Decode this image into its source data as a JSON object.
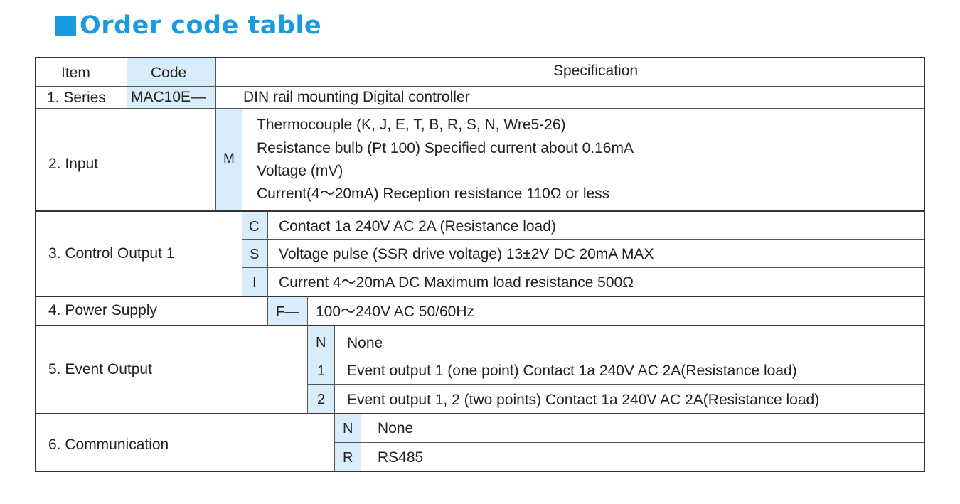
{
  "title": "Order code table",
  "header": {
    "item": "Item",
    "code": "Code",
    "spec": "Specification"
  },
  "series": {
    "item": "1. Series",
    "code": "MAC10E—",
    "spec": "DIN rail mounting Digital controller"
  },
  "input": {
    "item": "2. Input",
    "code": "M",
    "lines": [
      "Thermocouple (K, J, E, T, B, R, S, N, Wre5-26)",
      "Resistance bulb (Pt 100)  Specified current  about 0.16mA",
      "Voltage (mV)",
      "Current(4～20mA) Reception resistance 110Ω  or less"
    ]
  },
  "control_output": {
    "item": "3. Control Output 1",
    "rows": [
      {
        "code": "C",
        "spec": "Contact  1a  240V  AC  2A (Resistance load)"
      },
      {
        "code": "S",
        "spec": "Voltage pulse (SSR drive voltage) 13±2V DC 20mA MAX"
      },
      {
        "code": "I",
        "spec": "Current   4～20mA  DC  Maximum load resistance  500Ω"
      }
    ]
  },
  "power_supply": {
    "item": "4. Power Supply",
    "code": "F—",
    "spec": "100～240V AC 50/60Hz"
  },
  "event_output": {
    "item": "5. Event Output",
    "rows": [
      {
        "code": "N",
        "spec": "None"
      },
      {
        "code": "1",
        "spec": "Event output 1 (one point) Contact  1a  240V  AC  2A(Resistance load)"
      },
      {
        "code": "2",
        "spec": "Event output 1, 2 (two points) Contact  1a  240V  AC  2A(Resistance load)"
      }
    ]
  },
  "communication": {
    "item": "6. Communication",
    "rows": [
      {
        "code": "N",
        "spec": "None"
      },
      {
        "code": "R",
        "spec": "RS485"
      }
    ]
  },
  "colors": {
    "accent": "#1a9be0",
    "code_cell_bg": "#d9ecf9",
    "border": "#333333"
  }
}
